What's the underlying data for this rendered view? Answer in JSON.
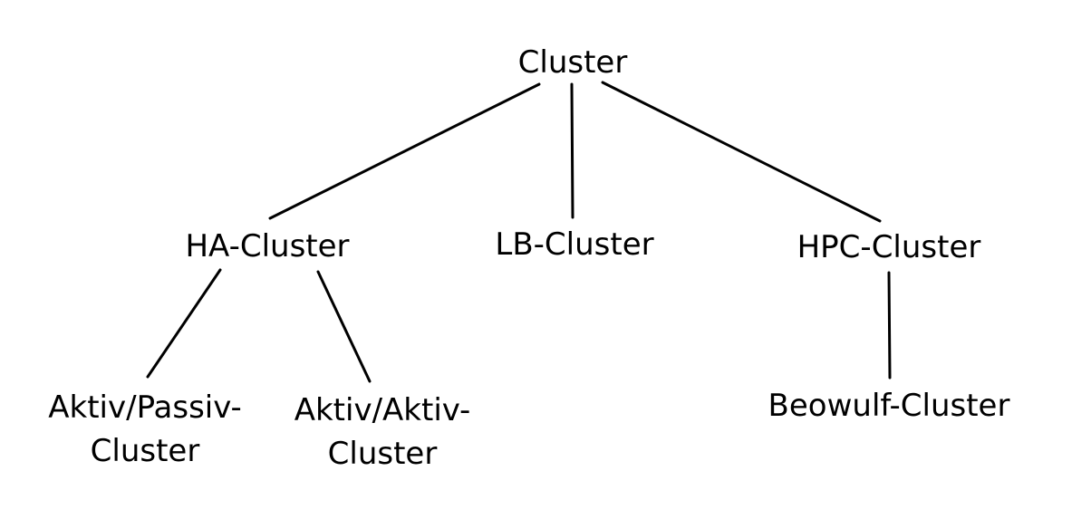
{
  "diagram": {
    "type": "tree",
    "nodes": [
      {
        "id": "cluster",
        "label": "Cluster"
      },
      {
        "id": "ha",
        "label": "HA-Cluster",
        "parent": "cluster"
      },
      {
        "id": "lb",
        "label": "LB-Cluster",
        "parent": "cluster"
      },
      {
        "id": "hpc",
        "label": "HPC-Cluster",
        "parent": "cluster"
      },
      {
        "id": "active-passive",
        "label": [
          "Aktiv/Passiv-",
          "Cluster"
        ],
        "parent": "ha"
      },
      {
        "id": "active-active",
        "label": [
          "Aktiv/Aktiv-",
          "Cluster"
        ],
        "parent": "ha"
      },
      {
        "id": "beowulf",
        "label": "Beowulf-Cluster",
        "parent": "hpc"
      }
    ]
  }
}
